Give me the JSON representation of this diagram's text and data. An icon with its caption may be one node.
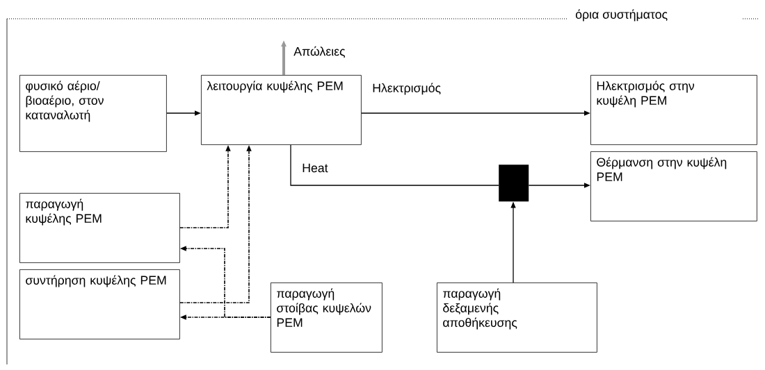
{
  "diagram": {
    "nodes": [
      {
        "text": [
          "φυσικό αέριο/ βιοαέριο, στον καταναλωτή"
        ]
      },
      {
        "text": [
          "λειτουργία κυψέλης PEM"
        ]
      },
      {
        "text": [
          "Ηλεκτρισμός στην κυψέλη PEM"
        ]
      },
      {
        "text": [
          "Θέρμανση στην κυψέλη PEM"
        ]
      },
      {
        "text": [
          "παραγωγή κυψέλης PEM"
        ]
      },
      {
        "text": [
          "συντήρηση κυψέλης PEM"
        ]
      },
      {
        "text": [
          "παραγωγή στοίβας κυψελών PEM"
        ]
      },
      {
        "text": [
          "παραγωγή δεξαμενής αποθήκευσης"
        ]
      },
      {
        "text": [],
        "shape": "box"
      }
    ],
    "edges": [
      {
        "from": 0,
        "to": 1,
        "arrow": "to"
      },
      {
        "from": 1,
        "to": 2,
        "arrow": "to",
        "label": "Ηλεκτρισμός"
      },
      {
        "from": 1,
        "to": 8,
        "arrow": "none",
        "label": "Heat"
      },
      {
        "from": 8,
        "to": 3,
        "arrow": "to"
      },
      {
        "from": 7,
        "to": 8,
        "arrow": "to"
      },
      {
        "from": 4,
        "to": 1,
        "arrow": "to",
        "style": "dashed"
      },
      {
        "from": 5,
        "to": 1,
        "arrow": "to",
        "style": "dashed"
      },
      {
        "from": 6,
        "to": 4,
        "arrow": "to",
        "style": "dashed"
      },
      {
        "from": 6,
        "to": 5,
        "arrow": "to",
        "style": "dashed"
      },
      {
        "from": 1,
        "to": null,
        "arrow": "to",
        "label": "Απώλειες",
        "color": "#999999",
        "style": "thick"
      }
    ],
    "labels": [
      "όρια συστήματος"
    ]
  }
}
